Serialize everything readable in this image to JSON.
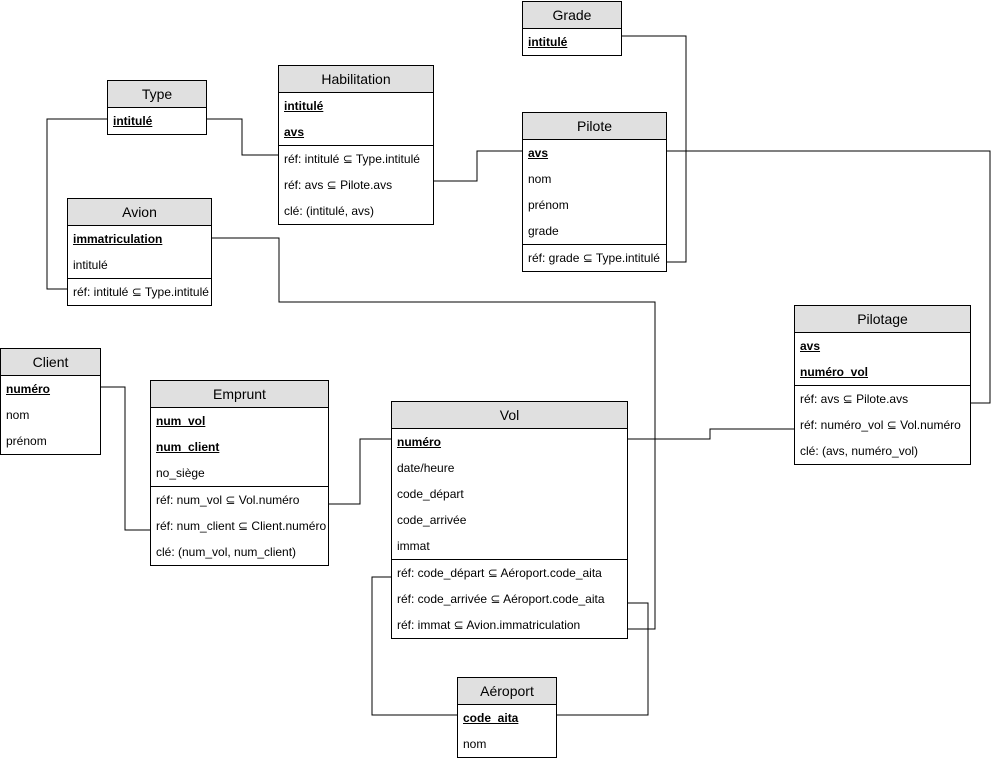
{
  "entities": [
    {
      "id": "grade",
      "name": "Grade",
      "sections": [
        [
          {
            "text": "intitulé",
            "key": true
          }
        ]
      ]
    },
    {
      "id": "type",
      "name": "Type",
      "sections": [
        [
          {
            "text": "intitulé",
            "key": true
          }
        ]
      ]
    },
    {
      "id": "habilitation",
      "name": "Habilitation",
      "sections": [
        [
          {
            "text": "intitulé",
            "key": true
          },
          {
            "text": "avs",
            "key": true
          }
        ],
        [
          {
            "text": "réf: intitulé ⊆ Type.intitulé"
          },
          {
            "text": "réf: avs ⊆ Pilote.avs"
          },
          {
            "text": "clé: (intitulé, avs)"
          }
        ]
      ]
    },
    {
      "id": "pilote",
      "name": "Pilote",
      "sections": [
        [
          {
            "text": "avs",
            "key": true
          },
          {
            "text": "nom"
          },
          {
            "text": "prénom"
          },
          {
            "text": "grade"
          }
        ],
        [
          {
            "text": "réf: grade ⊆ Type.intitulé"
          }
        ]
      ]
    },
    {
      "id": "avion",
      "name": "Avion",
      "sections": [
        [
          {
            "text": "immatriculation",
            "key": true
          },
          {
            "text": "intitulé"
          }
        ],
        [
          {
            "text": "réf: intitulé ⊆ Type.intitulé"
          }
        ]
      ]
    },
    {
      "id": "pilotage",
      "name": "Pilotage",
      "sections": [
        [
          {
            "text": "avs",
            "key": true
          },
          {
            "text": "numéro_vol",
            "key": true
          }
        ],
        [
          {
            "text": "réf: avs ⊆ Pilote.avs"
          },
          {
            "text": "réf: numéro_vol ⊆ Vol.numéro"
          },
          {
            "text": "clé: (avs, numéro_vol)"
          }
        ]
      ]
    },
    {
      "id": "client",
      "name": "Client",
      "sections": [
        [
          {
            "text": "numéro",
            "key": true
          },
          {
            "text": "nom"
          },
          {
            "text": "prénom"
          }
        ]
      ]
    },
    {
      "id": "emprunt",
      "name": "Emprunt",
      "sections": [
        [
          {
            "text": "num_vol",
            "key": true
          },
          {
            "text": "num_client",
            "key": true
          },
          {
            "text": "no_siège"
          }
        ],
        [
          {
            "text": "réf: num_vol ⊆ Vol.numéro"
          },
          {
            "text": "réf: num_client ⊆ Client.numéro"
          },
          {
            "text": "clé: (num_vol, num_client)"
          }
        ]
      ]
    },
    {
      "id": "vol",
      "name": "Vol",
      "sections": [
        [
          {
            "text": "numéro",
            "key": true
          },
          {
            "text": "date/heure"
          },
          {
            "text": "code_départ"
          },
          {
            "text": "code_arrivée"
          },
          {
            "text": "immat"
          }
        ],
        [
          {
            "text": "réf: code_départ ⊆ Aéroport.code_aita"
          },
          {
            "text": "réf: code_arrivée ⊆ Aéroport.code_aita"
          },
          {
            "text": "réf: immat ⊆ Avion.immatriculation"
          }
        ]
      ]
    },
    {
      "id": "aeroport",
      "name": "Aéroport",
      "sections": [
        [
          {
            "text": "code_aita",
            "key": true
          },
          {
            "text": "nom"
          }
        ]
      ]
    }
  ],
  "relations": [
    {
      "from": "habilitation.intitulé",
      "to": "type.intitulé"
    },
    {
      "from": "habilitation.avs",
      "to": "pilote.avs"
    },
    {
      "from": "pilote.grade",
      "to": "grade.intitulé"
    },
    {
      "from": "avion.intitulé",
      "to": "type.intitulé"
    },
    {
      "from": "avion.immatriculation",
      "to": "vol.immat"
    },
    {
      "from": "pilotage.avs",
      "to": "pilote.avs"
    },
    {
      "from": "pilotage.numéro_vol",
      "to": "vol.numéro"
    },
    {
      "from": "emprunt.num_vol",
      "to": "vol.numéro"
    },
    {
      "from": "emprunt.num_client",
      "to": "client.numéro"
    },
    {
      "from": "vol.code_départ",
      "to": "aeroport.code_aita"
    },
    {
      "from": "vol.code_arrivée",
      "to": "aeroport.code_aita"
    }
  ]
}
